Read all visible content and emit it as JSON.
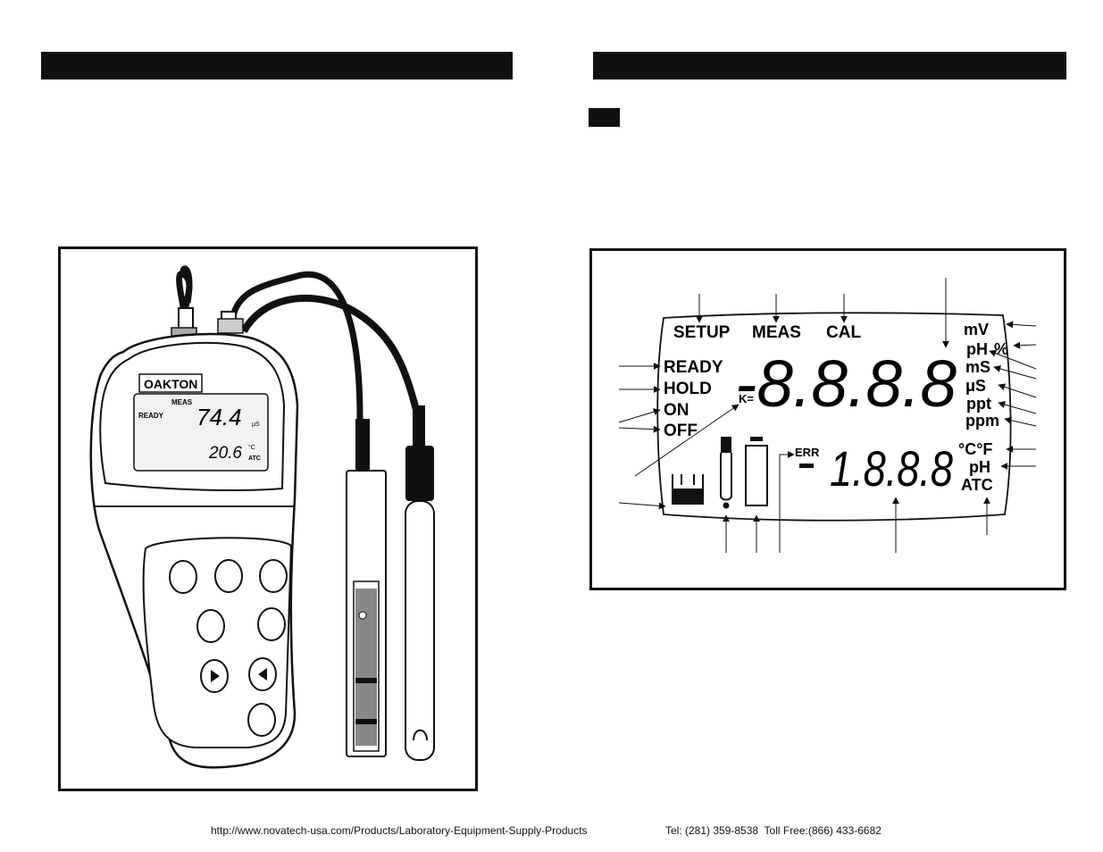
{
  "meter": {
    "brand": "OAKTON",
    "mode": "MEAS",
    "status": "READY",
    "primary_value": "74.4",
    "primary_unit": "μS",
    "secondary_value": "20.6",
    "secondary_unit": "°C",
    "secondary_mode": "ATC"
  },
  "lcd": {
    "modes": [
      "SETUP",
      "MEAS",
      "CAL"
    ],
    "states": [
      "READY",
      "HOLD",
      "ON",
      "OFF"
    ],
    "k_label": "K=",
    "err_label": "ERR",
    "primary_digits": "-8.8.8.8",
    "secondary_digits": "1.8.8.8",
    "units": [
      "mV",
      "pH",
      "%",
      "mS",
      "μS",
      "ppt",
      "ppm"
    ],
    "temp_units": "°C°F",
    "secondary_labels": [
      "pH",
      "ATC"
    ]
  },
  "footer": {
    "url": "http://www.novatech-usa.com/Products/Laboratory-Equipment-Supply-Products",
    "phone": "Tel: (281) 359-8538  Toll Free:(866) 433-6682"
  }
}
